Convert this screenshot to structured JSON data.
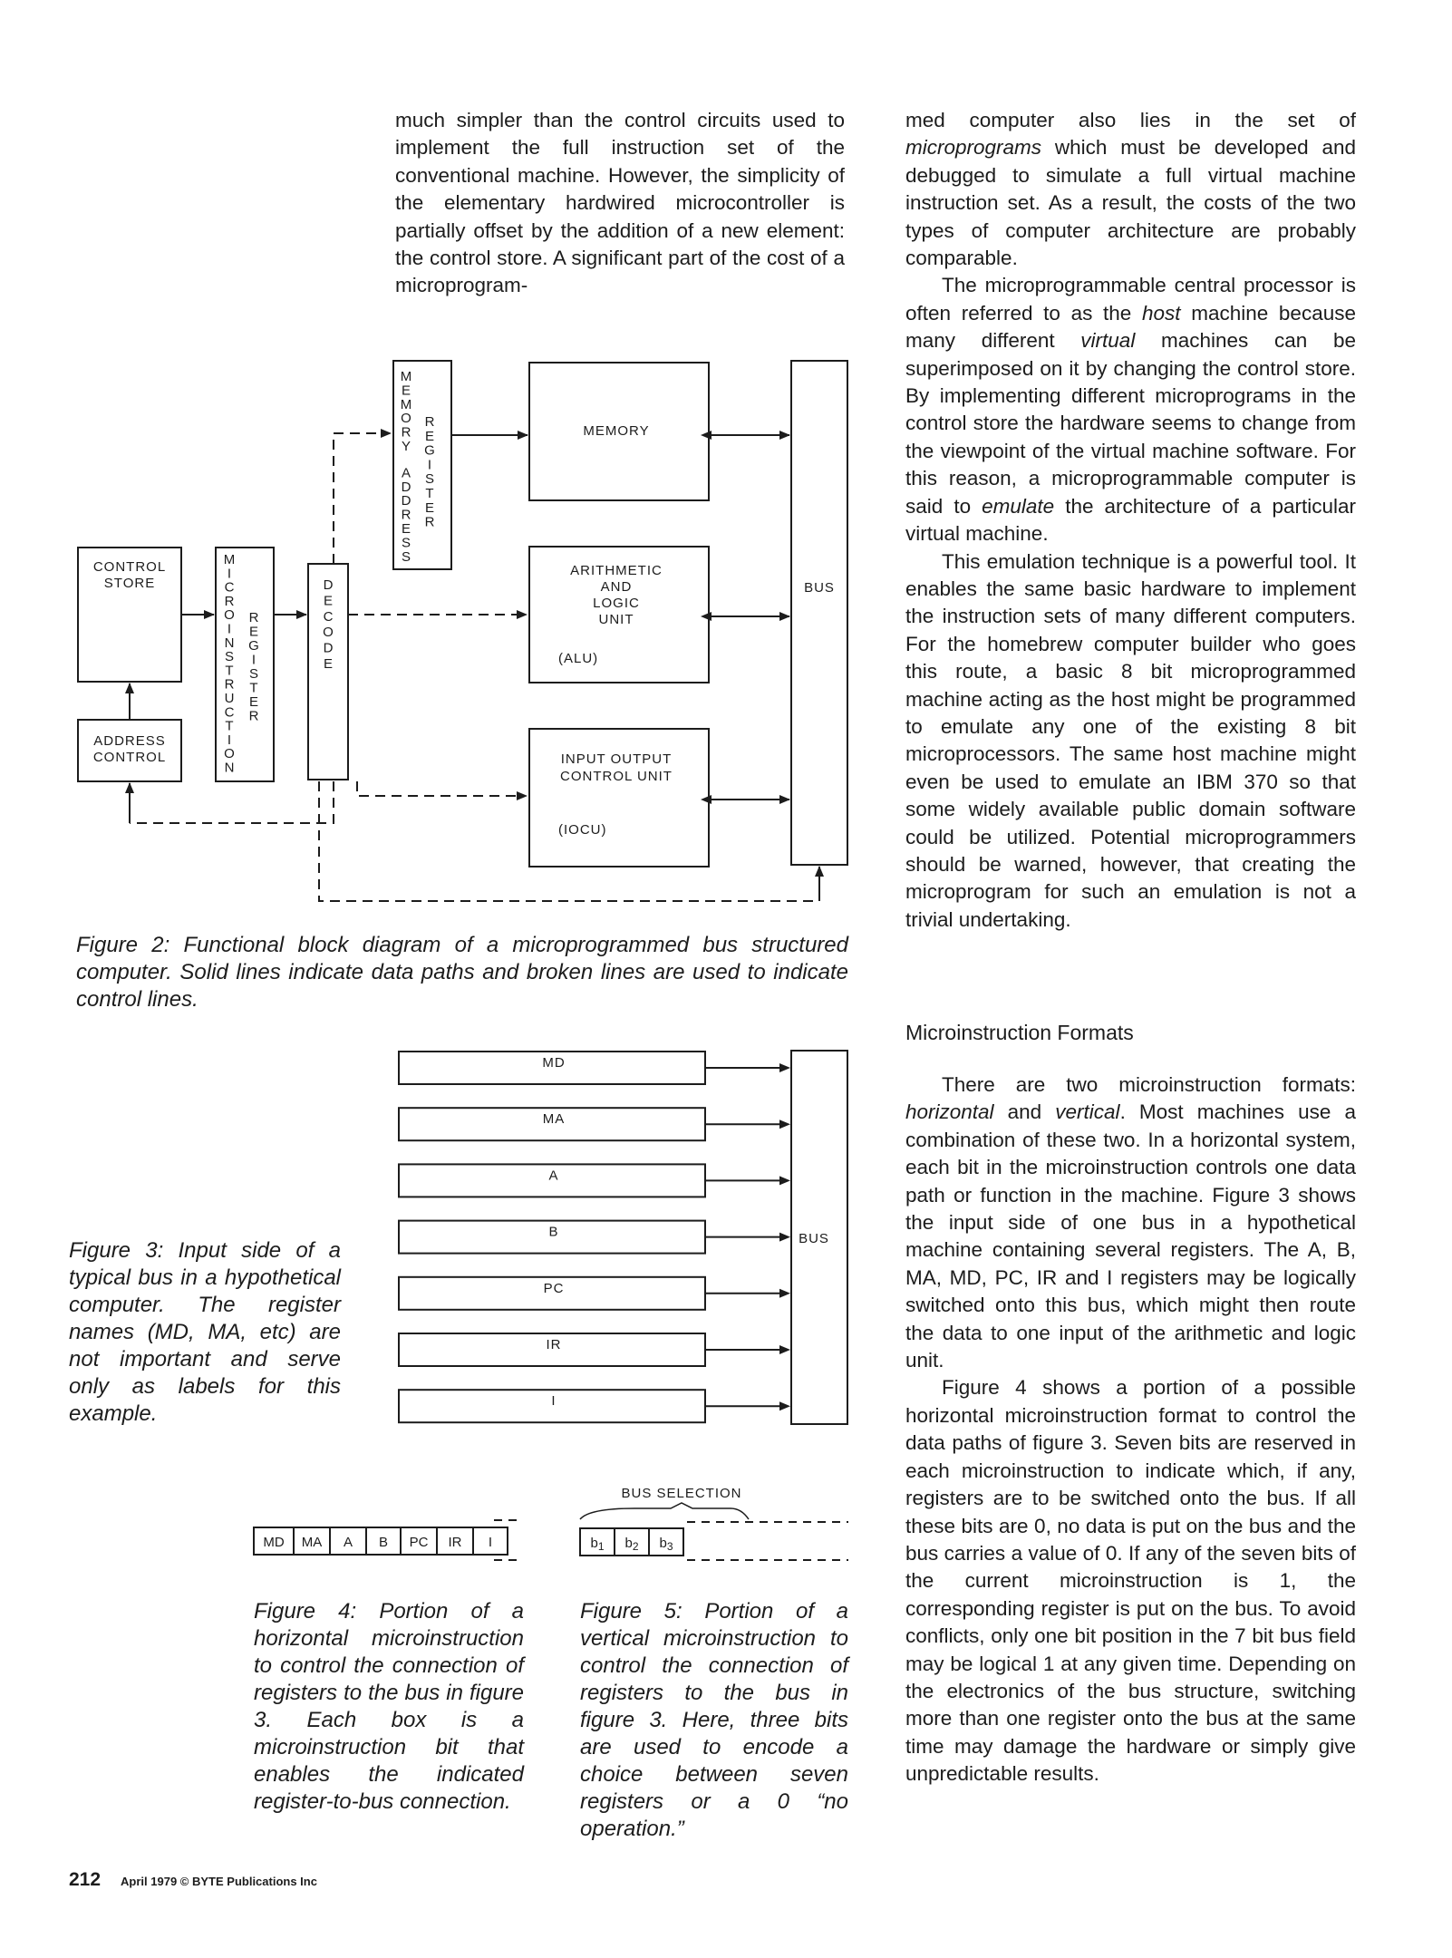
{
  "text_middle": "much simpler than the control circuits used to implement the full instruction set of the conventional machine. However, the simplicity of the elementary hardwired microcontroller is partially offset by the addition of a new element: the control store. A significant part of the cost of a microprogram-",
  "right_column": {
    "p1_before": "med computer also lies in the set of ",
    "p1_em": "microprograms",
    "p1_after": " which must be developed and debugged to simulate a full virtual machine instruction set. As a result, the costs of the two types of computer architecture are probably comparable.",
    "p2_a": "The microprogrammable central processor is often referred to as the ",
    "p2_em1": "host",
    "p2_b": " machine because many different ",
    "p2_em2": "virtual",
    "p2_c": " machines can be superimposed on it by changing the control store. By implementing different microprograms in the control store the hardware seems to change from the viewpoint of the virtual machine software. For this reason, a microprogrammable computer is said to ",
    "p2_em3": "emulate",
    "p2_d": " the architecture of a particular virtual machine.",
    "p3": "This emulation technique is a powerful tool. It enables the same basic hardware to implement the instruction sets of many different computers. For the homebrew computer builder who goes this route, a basic 8 bit microprogrammed machine acting as the host might be programmed to emulate any one of the existing 8 bit microprocessors. The same host machine might even be used to emulate an IBM 370 so that some widely available public domain software could be utilized. Potential microprogrammers should be warned, however, that creating the microprogram for such an emulation is not a trivial undertaking.",
    "heading": "Microinstruction Formats",
    "p4_a": "There are two microinstruction formats: ",
    "p4_em1": "horizontal",
    "p4_b": " and ",
    "p4_em2": "vertical",
    "p4_c": ". Most machines use a combination of these two. In a horizontal system, each bit in the microinstruction controls one data path or function in the machine. Figure 3 shows the input side of one bus in a hypothetical machine containing several registers. The A, B, MA, MD, PC, IR and I registers may be logically switched onto this bus, which might then route the data to one input of the arithmetic and logic unit.",
    "p5": "Figure 4 shows a portion of a possible horizontal microinstruction format to control the data paths of figure 3. Seven bits are reserved in each microinstruction to indicate which, if any, registers are to be switched onto the bus. If all these bits are 0, no data is put on the bus and the bus carries a value of 0. If any of the seven bits of the current microinstruction is 1, the corresponding register is put on the bus. To avoid conflicts, only one bit position in the 7 bit bus field may be logical 1 at any given time. Depending on the electronics of the bus structure, switching more than one register onto the bus at the same time may damage the hardware or simply give unpredictable results."
  },
  "captions": {
    "fig2": "Figure 2: Functional block diagram of a microprogrammed bus structured computer. Solid lines indicate data paths and broken lines are used to indicate control lines.",
    "fig3": "Figure 3: Input side of a typical bus in a hypothetical computer. The register names (MD, MA, etc) are not important and serve only as labels for this example.",
    "fig4": "Figure 4: Portion of a horizontal microinstruction to control the connection of registers to the bus in figure 3. Each box is a microinstruction bit that enables the indicated register-to-bus connection.",
    "fig5": "Figure 5: Portion of a vertical microinstruction to control the connection of registers to the bus in figure 3. Here, three bits are used to encode a choice between seven registers or a 0 “no operation.”"
  },
  "fig2": {
    "control_store": [
      "CONTROL",
      "STORE"
    ],
    "address_control": [
      "ADDRESS",
      "CONTROL"
    ],
    "micro_left": "MICROINSTRUCTION",
    "micro_right": "REGISTER",
    "decode": "DECODE",
    "mar_left": "MEMORY ADDRESS",
    "mar_right": "REGISTER",
    "memory": "MEMORY",
    "alu_lines": [
      "ARITHMETIC",
      "AND",
      "LOGIC",
      "UNIT"
    ],
    "alu_abbr": "(ALU)",
    "io_lines": [
      "INPUT OUTPUT",
      "CONTROL UNIT"
    ],
    "io_abbr": "(IOCU)",
    "bus": "BUS"
  },
  "fig3": {
    "registers": [
      "MD",
      "MA",
      "A",
      "B",
      "PC",
      "IR",
      "I"
    ],
    "bus": "BUS"
  },
  "fig4": {
    "bits": [
      "MD",
      "MA",
      "A",
      "B",
      "PC",
      "IR",
      "I"
    ]
  },
  "fig5": {
    "title": "BUS SELECTION",
    "bits": [
      "b1",
      "b2",
      "b3"
    ]
  },
  "footer": {
    "page": "212",
    "credit": "April 1979 © BYTE Publications Inc"
  }
}
